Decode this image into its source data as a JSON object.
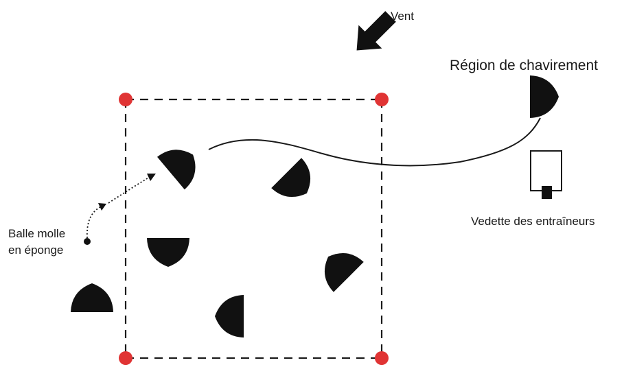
{
  "labels": {
    "wind": "Vent",
    "capsize_region": "Région de chavirement",
    "coach_boat": "Vedette des entraîneurs",
    "sponge_ball_line1": "Balle molle",
    "sponge_ball_line2": "en éponge"
  },
  "colors": {
    "corner_marker": "#e03434",
    "boat": "#111111",
    "line": "#1a1a1a"
  },
  "icons": {
    "wind_arrow": "arrow-down-left-icon",
    "boat": "dinghy-icon",
    "buoy": "red-circle-icon"
  }
}
